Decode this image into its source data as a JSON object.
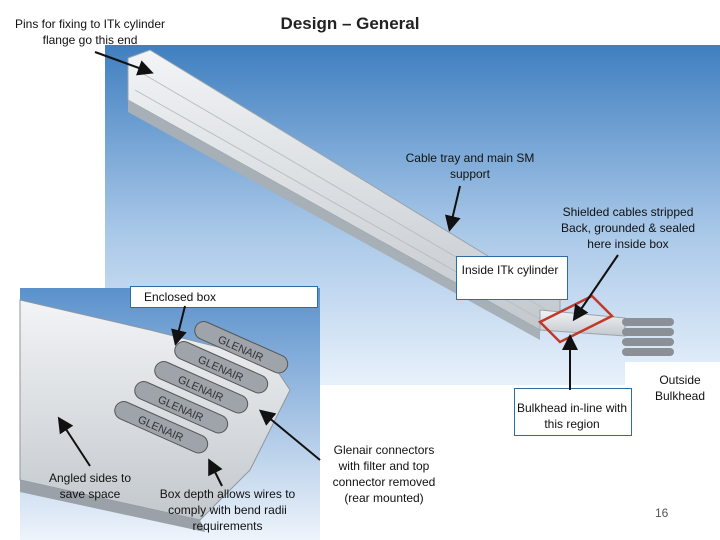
{
  "slide": {
    "title": "Design – General",
    "page_number": "16",
    "labels": {
      "pins": "Pins for fixing to ITk cylinder flange go this end",
      "cable_tray": "Cable tray and main SM support",
      "shielded": "Shielded cables stripped Back, grounded & sealed here inside box",
      "inside_itk": "Inside ITk cylinder",
      "enclosed_box": "Enclosed box",
      "outside_bulkhead": "Outside Bulkhead",
      "bulkhead_inline": "Bulkhead in-line with this region",
      "glenair": "Glenair connectors with filter and top connector removed (rear mounted)",
      "angled_sides": "Angled sides to save space",
      "box_depth": "Box depth allows wires to comply with bend radii requirements"
    },
    "connector_text": "GLENAIR",
    "colors": {
      "sky_top": "#3f7fc0",
      "sky_bottom": "#e8f1fb",
      "metal": "#d9dde1",
      "highlight_box": "#c0392b",
      "callout_border": "#2e6da4"
    }
  }
}
